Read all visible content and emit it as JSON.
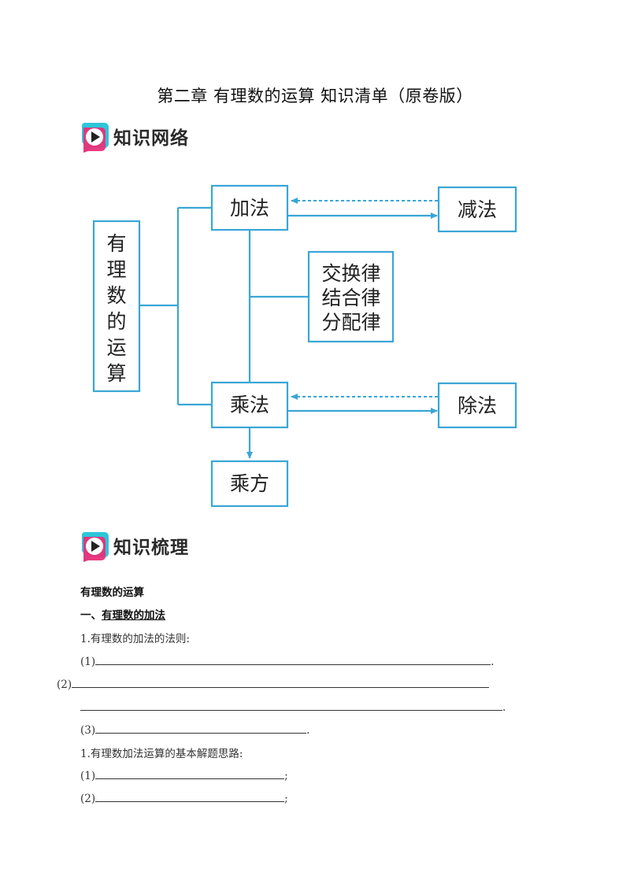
{
  "title": "第二章  有理数的运算  知识清单（原卷版）",
  "section1": {
    "label": "知识网络",
    "icon": "play-logo-icon"
  },
  "diagram": {
    "root": [
      "有",
      "理",
      "数",
      "的",
      "运",
      "算"
    ],
    "add": "加法",
    "sub": "减法",
    "laws": [
      "交换律",
      "结合律",
      "分配律"
    ],
    "mul": "乘法",
    "div": "除法",
    "pow": "乘方"
  },
  "section2": {
    "label": "知识梳理",
    "icon": "play-logo-icon"
  },
  "content": {
    "heading": "有理数的运算",
    "sub_heading_prefix": "一、",
    "sub_heading": "有理数的加法",
    "rule_title": "1.有理数的加法的法则:",
    "rule1": "(1)",
    "rule1_end": ".",
    "rule2": "(2)",
    "rule2_end": ".",
    "rule3": "(3)",
    "rule3_end": ".",
    "idea_title": "1.有理数加法运算的基本解题思路:",
    "idea1": "(1)",
    "idea1_end": ";",
    "idea2": "(2)",
    "idea2_end": ";"
  },
  "colors": {
    "line": "#3aa6d6",
    "logo_pink": "#e8307a",
    "logo_cyan": "#2cc6d8"
  }
}
